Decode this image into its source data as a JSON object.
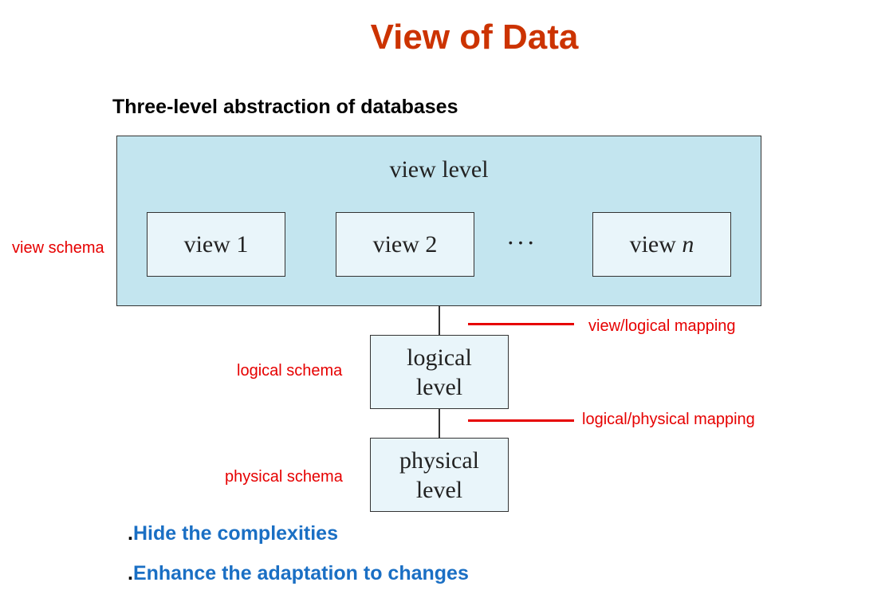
{
  "title": "View of Data",
  "subtitle": "Three-level abstraction of databases",
  "diagram": {
    "view_level": {
      "label": "view level",
      "views": [
        {
          "text": "view 1"
        },
        {
          "text": "view 2"
        },
        {
          "prefix": "view ",
          "italic": "n"
        }
      ],
      "ellipsis": "···"
    },
    "logical_level": {
      "line1": "logical",
      "line2": "level"
    },
    "physical_level": {
      "line1": "physical",
      "line2": "level"
    },
    "schema_labels": {
      "view": "view schema",
      "logical": "logical schema",
      "physical": "physical schema"
    },
    "mappings": {
      "view_logical": "view/logical mapping",
      "logical_physical": "logical/physical mapping"
    },
    "colors": {
      "title": "#cc3300",
      "annotation": "#e60000",
      "bullet": "#1a6fc4",
      "view_level_fill": "#c3e5ef",
      "box_fill": "#e9f5fa"
    }
  },
  "bullets": [
    {
      "marker": ".",
      "text": "Hide the complexities"
    },
    {
      "marker": ".",
      "text": "Enhance the adaptation to changes"
    }
  ]
}
